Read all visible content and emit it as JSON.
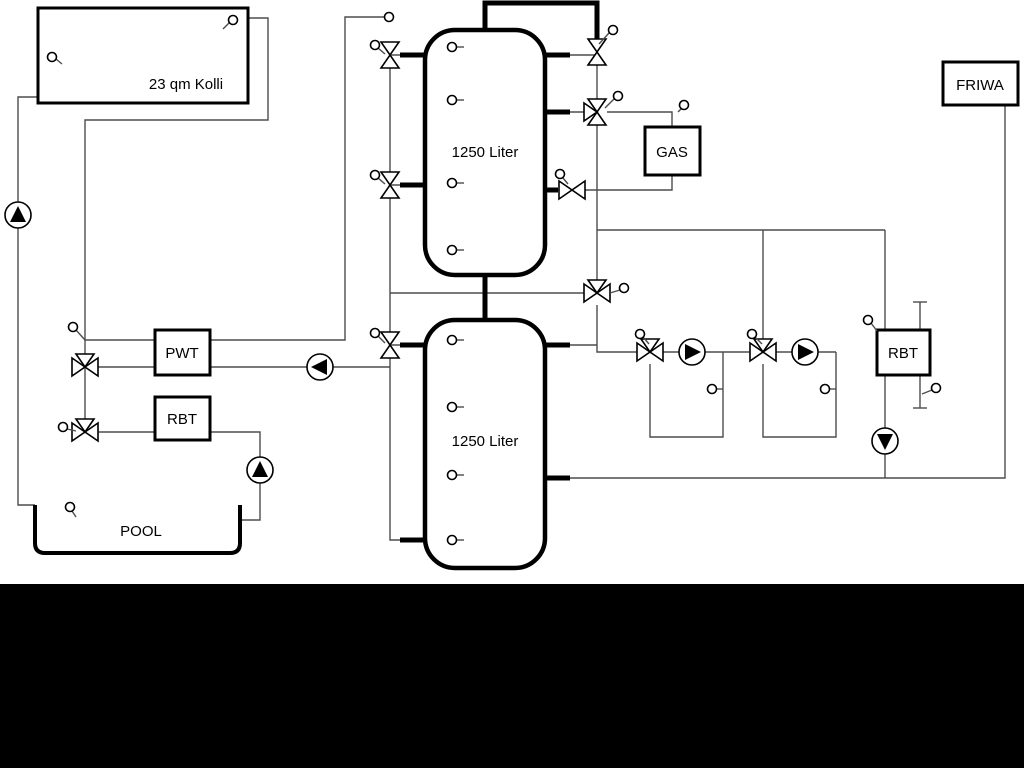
{
  "diagram": {
    "type": "heating-system-hydraulic-schematic",
    "labels": {
      "collector": "23 qm Kolli",
      "tank_top": "1250 Liter",
      "tank_bottom": "1250 Liter",
      "pwt": "PWT",
      "rbt_left": "RBT",
      "rbt_right": "RBT",
      "gas": "GAS",
      "friwa": "FRIWA",
      "pool": "POOL"
    },
    "colors": {
      "background": "#ffffff",
      "thin_line": "#4d4d4d",
      "pipe": "#000000",
      "letterbox_band": "#000000"
    }
  }
}
